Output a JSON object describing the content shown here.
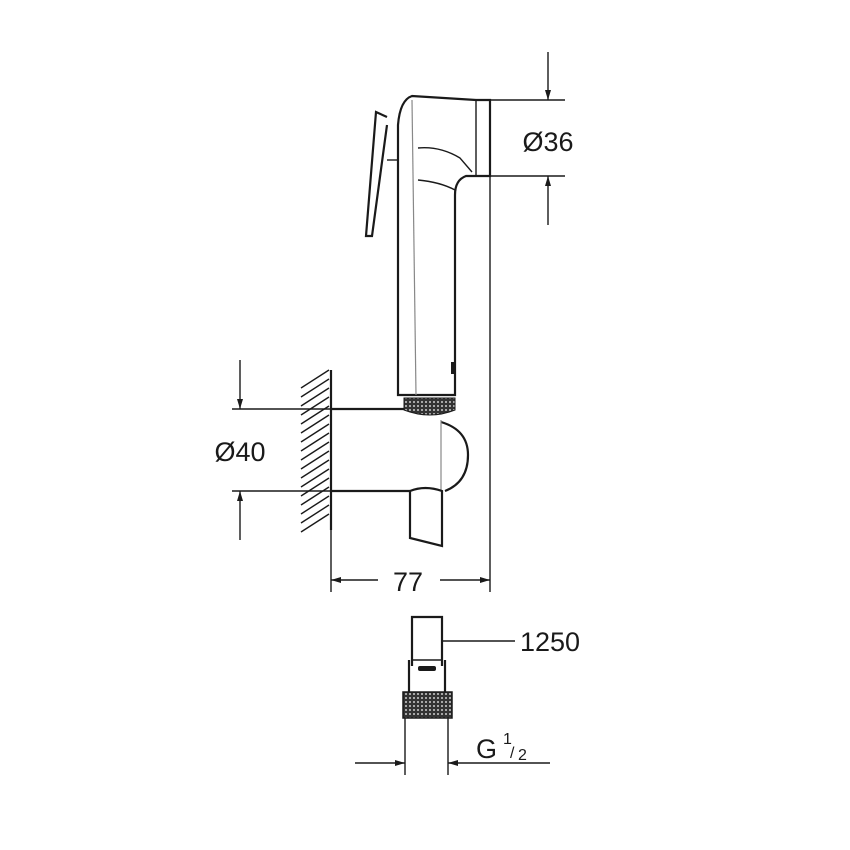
{
  "dimensions": {
    "spray_head_diameter": "Ø36",
    "holder_diameter": "Ø40",
    "projection": "77",
    "hose_length": "1250",
    "thread": {
      "prefix": "G",
      "numerator": "1",
      "denominator": "2"
    }
  },
  "colors": {
    "line": "#1a1a1a"
  }
}
